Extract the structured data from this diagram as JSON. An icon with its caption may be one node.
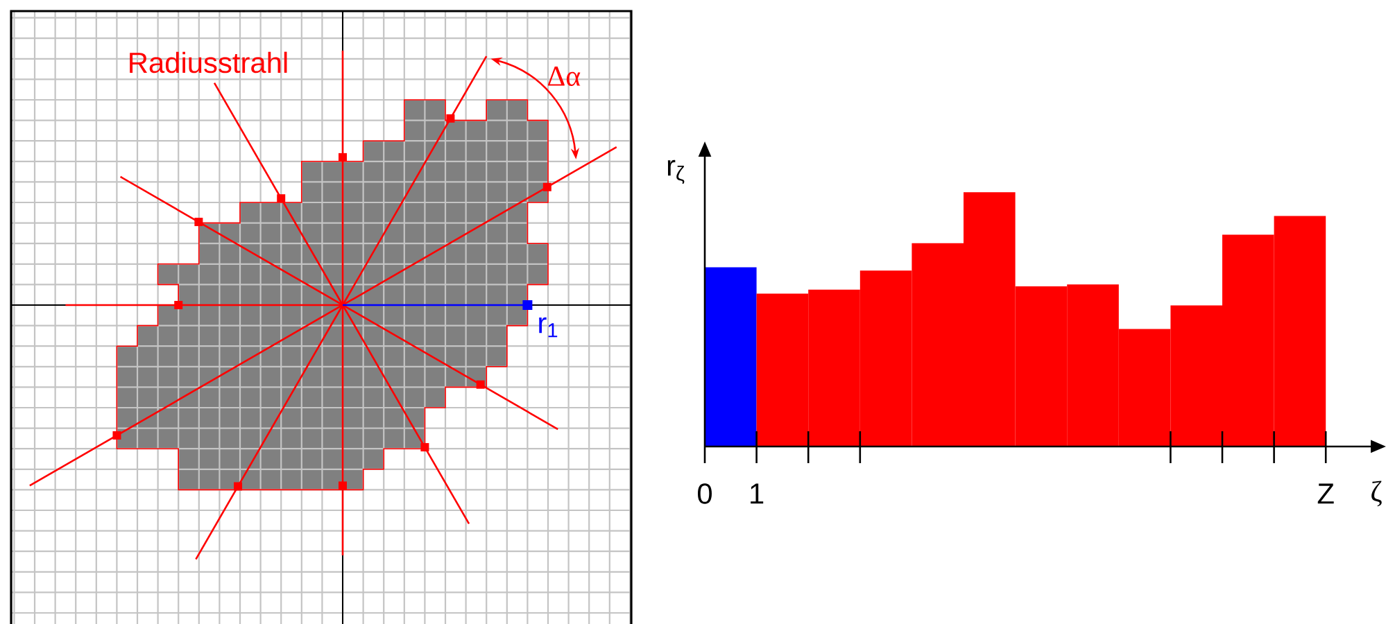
{
  "diagram": {
    "labels": [
      "Radiusstrahl",
      "Δα",
      "r$_{1}$",
      "r$_{ζ}$",
      "0",
      "1",
      "Z",
      "ζ"
    ]
  }
}
